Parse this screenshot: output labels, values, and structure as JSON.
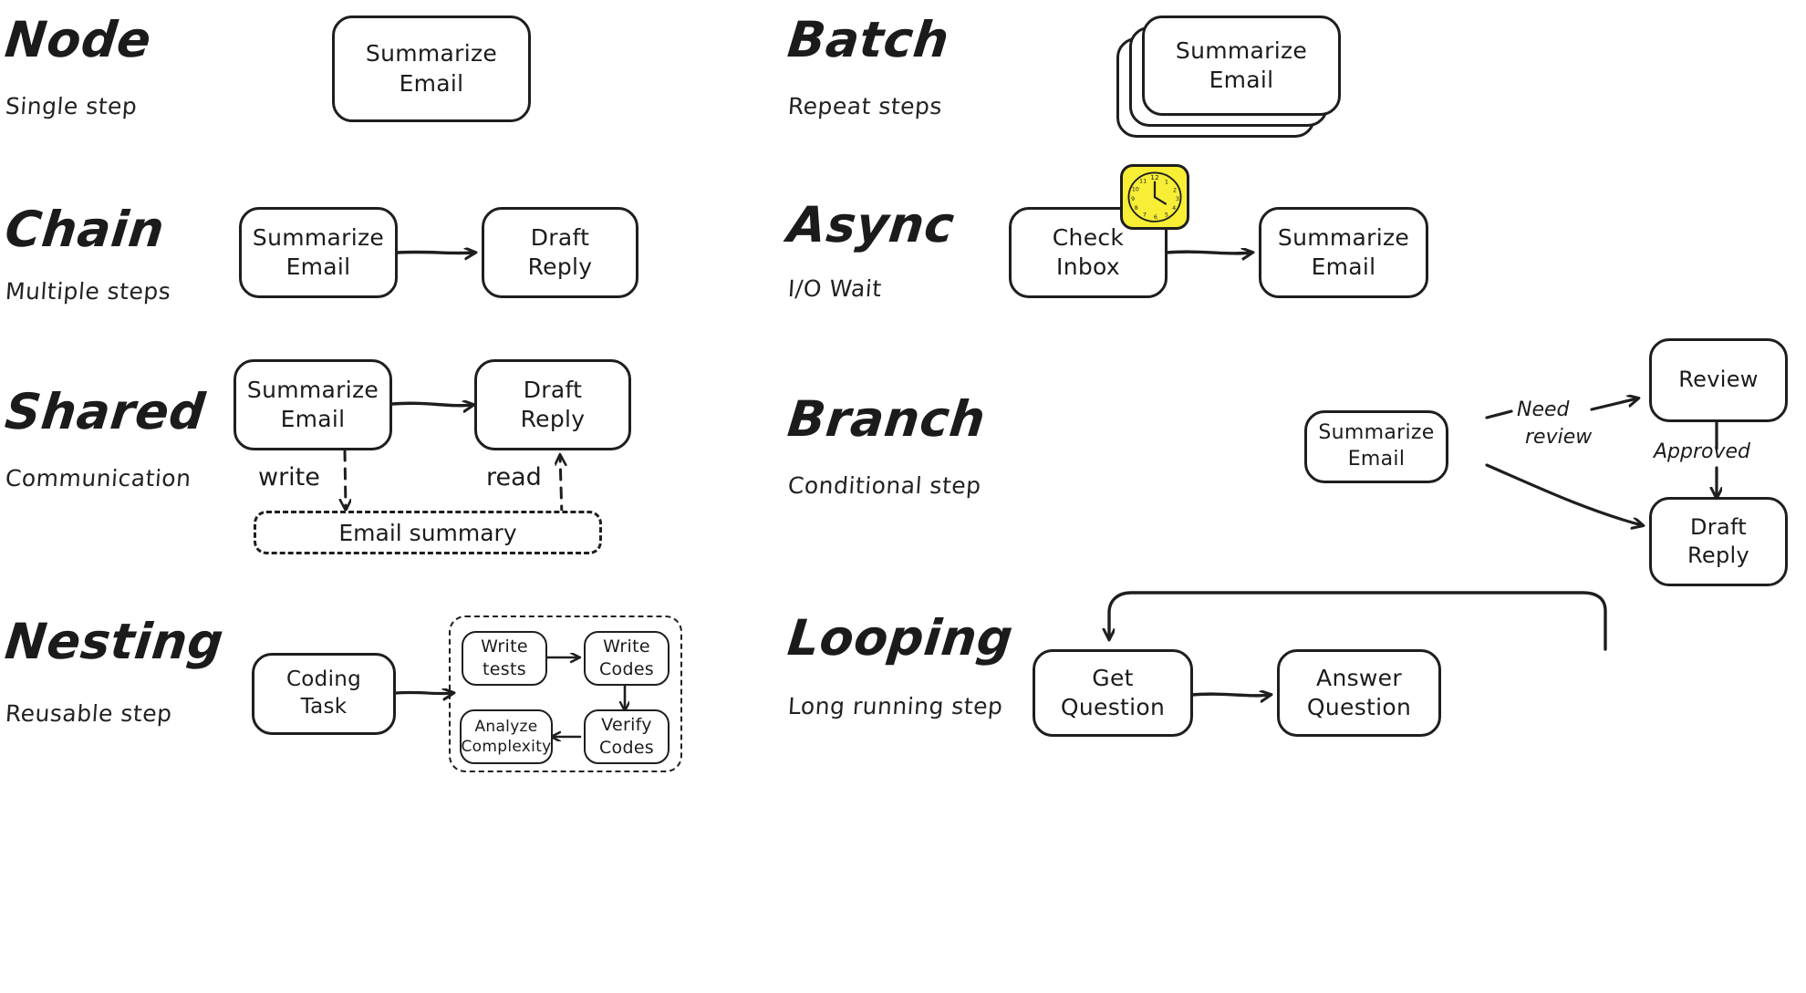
{
  "page": {
    "background": "#ffffff",
    "ink": "#1e1e1e",
    "accent_yellow": "#f7ee35"
  },
  "sections": [
    {
      "id": "node",
      "title": "Node",
      "subtitle": "Single step",
      "nodes": [
        {
          "id": "n1",
          "label": "Summarize\nEmail",
          "line1": "Summarize",
          "line2": "Email"
        }
      ],
      "edges": [],
      "edge_labels": []
    },
    {
      "id": "batch",
      "title": "Batch",
      "subtitle": "Repeat steps",
      "nodes": [
        {
          "id": "b1",
          "line1": "Summarize",
          "line2": "Email"
        }
      ],
      "stack_count": 3,
      "edges": [],
      "edge_labels": []
    },
    {
      "id": "chain",
      "title": "Chain",
      "subtitle": "Multiple steps",
      "nodes": [
        {
          "id": "c1",
          "line1": "Summarize",
          "line2": "Email"
        },
        {
          "id": "c2",
          "line1": "Draft",
          "line2": "Reply"
        }
      ],
      "edges": [
        {
          "from": "c1",
          "to": "c2",
          "style": "solid"
        }
      ],
      "edge_labels": []
    },
    {
      "id": "async",
      "title": "Async",
      "subtitle": "I/O Wait",
      "nodes": [
        {
          "id": "a1",
          "line1": "Check",
          "line2": "Inbox"
        },
        {
          "id": "a2",
          "line1": "Summarize",
          "line2": "Email"
        }
      ],
      "edges": [
        {
          "from": "a1",
          "to": "a2",
          "style": "solid"
        }
      ],
      "icon": {
        "name": "clock-icon",
        "hours": [
          "12",
          "1",
          "2",
          "3",
          "4",
          "5",
          "6",
          "7",
          "8",
          "9",
          "10",
          "11"
        ]
      },
      "edge_labels": []
    },
    {
      "id": "shared",
      "title": "Shared",
      "subtitle": "Communication",
      "nodes": [
        {
          "id": "s1",
          "line1": "Summarize",
          "line2": "Email"
        },
        {
          "id": "s2",
          "line1": "Draft",
          "line2": "Reply"
        }
      ],
      "store": {
        "id": "store",
        "label": "Email summary"
      },
      "edges": [
        {
          "from": "s1",
          "to": "s2",
          "style": "solid"
        },
        {
          "from": "s1",
          "to": "store",
          "style": "dashed"
        },
        {
          "from": "store",
          "to": "s2",
          "style": "dashed"
        }
      ],
      "edge_labels": [
        {
          "text": "write"
        },
        {
          "text": "read"
        }
      ]
    },
    {
      "id": "branch",
      "title": "Branch",
      "subtitle": "Conditional step",
      "nodes": [
        {
          "id": "br1",
          "line1": "Summarize",
          "line2": "Email"
        },
        {
          "id": "br2",
          "line1": "Review",
          "line2": ""
        },
        {
          "id": "br3",
          "line1": "Draft",
          "line2": "Reply"
        }
      ],
      "edges": [
        {
          "from": "br1",
          "to": "br2",
          "style": "solid"
        },
        {
          "from": "br1",
          "to": "br3",
          "style": "solid"
        },
        {
          "from": "br2",
          "to": "br3",
          "style": "solid"
        }
      ],
      "edge_labels": [
        {
          "text": "Need",
          "text2": "review"
        },
        {
          "text": "Approved"
        }
      ]
    },
    {
      "id": "nesting",
      "title": "Nesting",
      "subtitle": "Reusable step",
      "nodes": [
        {
          "id": "ne1",
          "line1": "Coding",
          "line2": "Task"
        }
      ],
      "subgraph": {
        "nodes": [
          {
            "id": "sg1",
            "line1": "Write",
            "line2": "tests"
          },
          {
            "id": "sg2",
            "line1": "Write",
            "line2": "Codes"
          },
          {
            "id": "sg3",
            "line1": "Verify",
            "line2": "Codes"
          },
          {
            "id": "sg4",
            "line1": "Analyze",
            "line2": "Complexity"
          }
        ],
        "edges": [
          {
            "from": "sg1",
            "to": "sg2",
            "style": "solid"
          },
          {
            "from": "sg2",
            "to": "sg3",
            "style": "solid"
          },
          {
            "from": "sg3",
            "to": "sg4",
            "style": "solid"
          }
        ]
      },
      "edges": [
        {
          "from": "ne1",
          "to": "subgraph",
          "style": "solid"
        }
      ],
      "edge_labels": []
    },
    {
      "id": "looping",
      "title": "Looping",
      "subtitle": "Long running step",
      "nodes": [
        {
          "id": "l1",
          "line1": "Get",
          "line2": "Question"
        },
        {
          "id": "l2",
          "line1": "Answer",
          "line2": "Question"
        }
      ],
      "edges": [
        {
          "from": "l1",
          "to": "l2",
          "style": "solid"
        },
        {
          "from": "l2",
          "to": "l1",
          "style": "solid",
          "shape": "loop-back"
        }
      ],
      "edge_labels": []
    }
  ]
}
